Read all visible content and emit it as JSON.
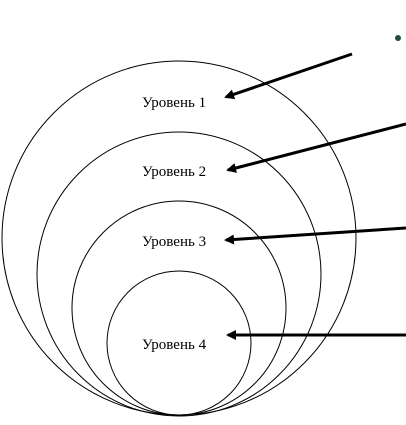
{
  "diagram": {
    "levels": [
      {
        "label": "Уровень 1"
      },
      {
        "label": "Уровень 2"
      },
      {
        "label": "Уровень 3"
      },
      {
        "label": "Уровень 4"
      }
    ],
    "colors": {
      "circle_stroke": "#000000",
      "arrow": "#000000",
      "bullet": "#1f4e3d",
      "background": "#ffffff"
    },
    "bullet_count": 1
  }
}
